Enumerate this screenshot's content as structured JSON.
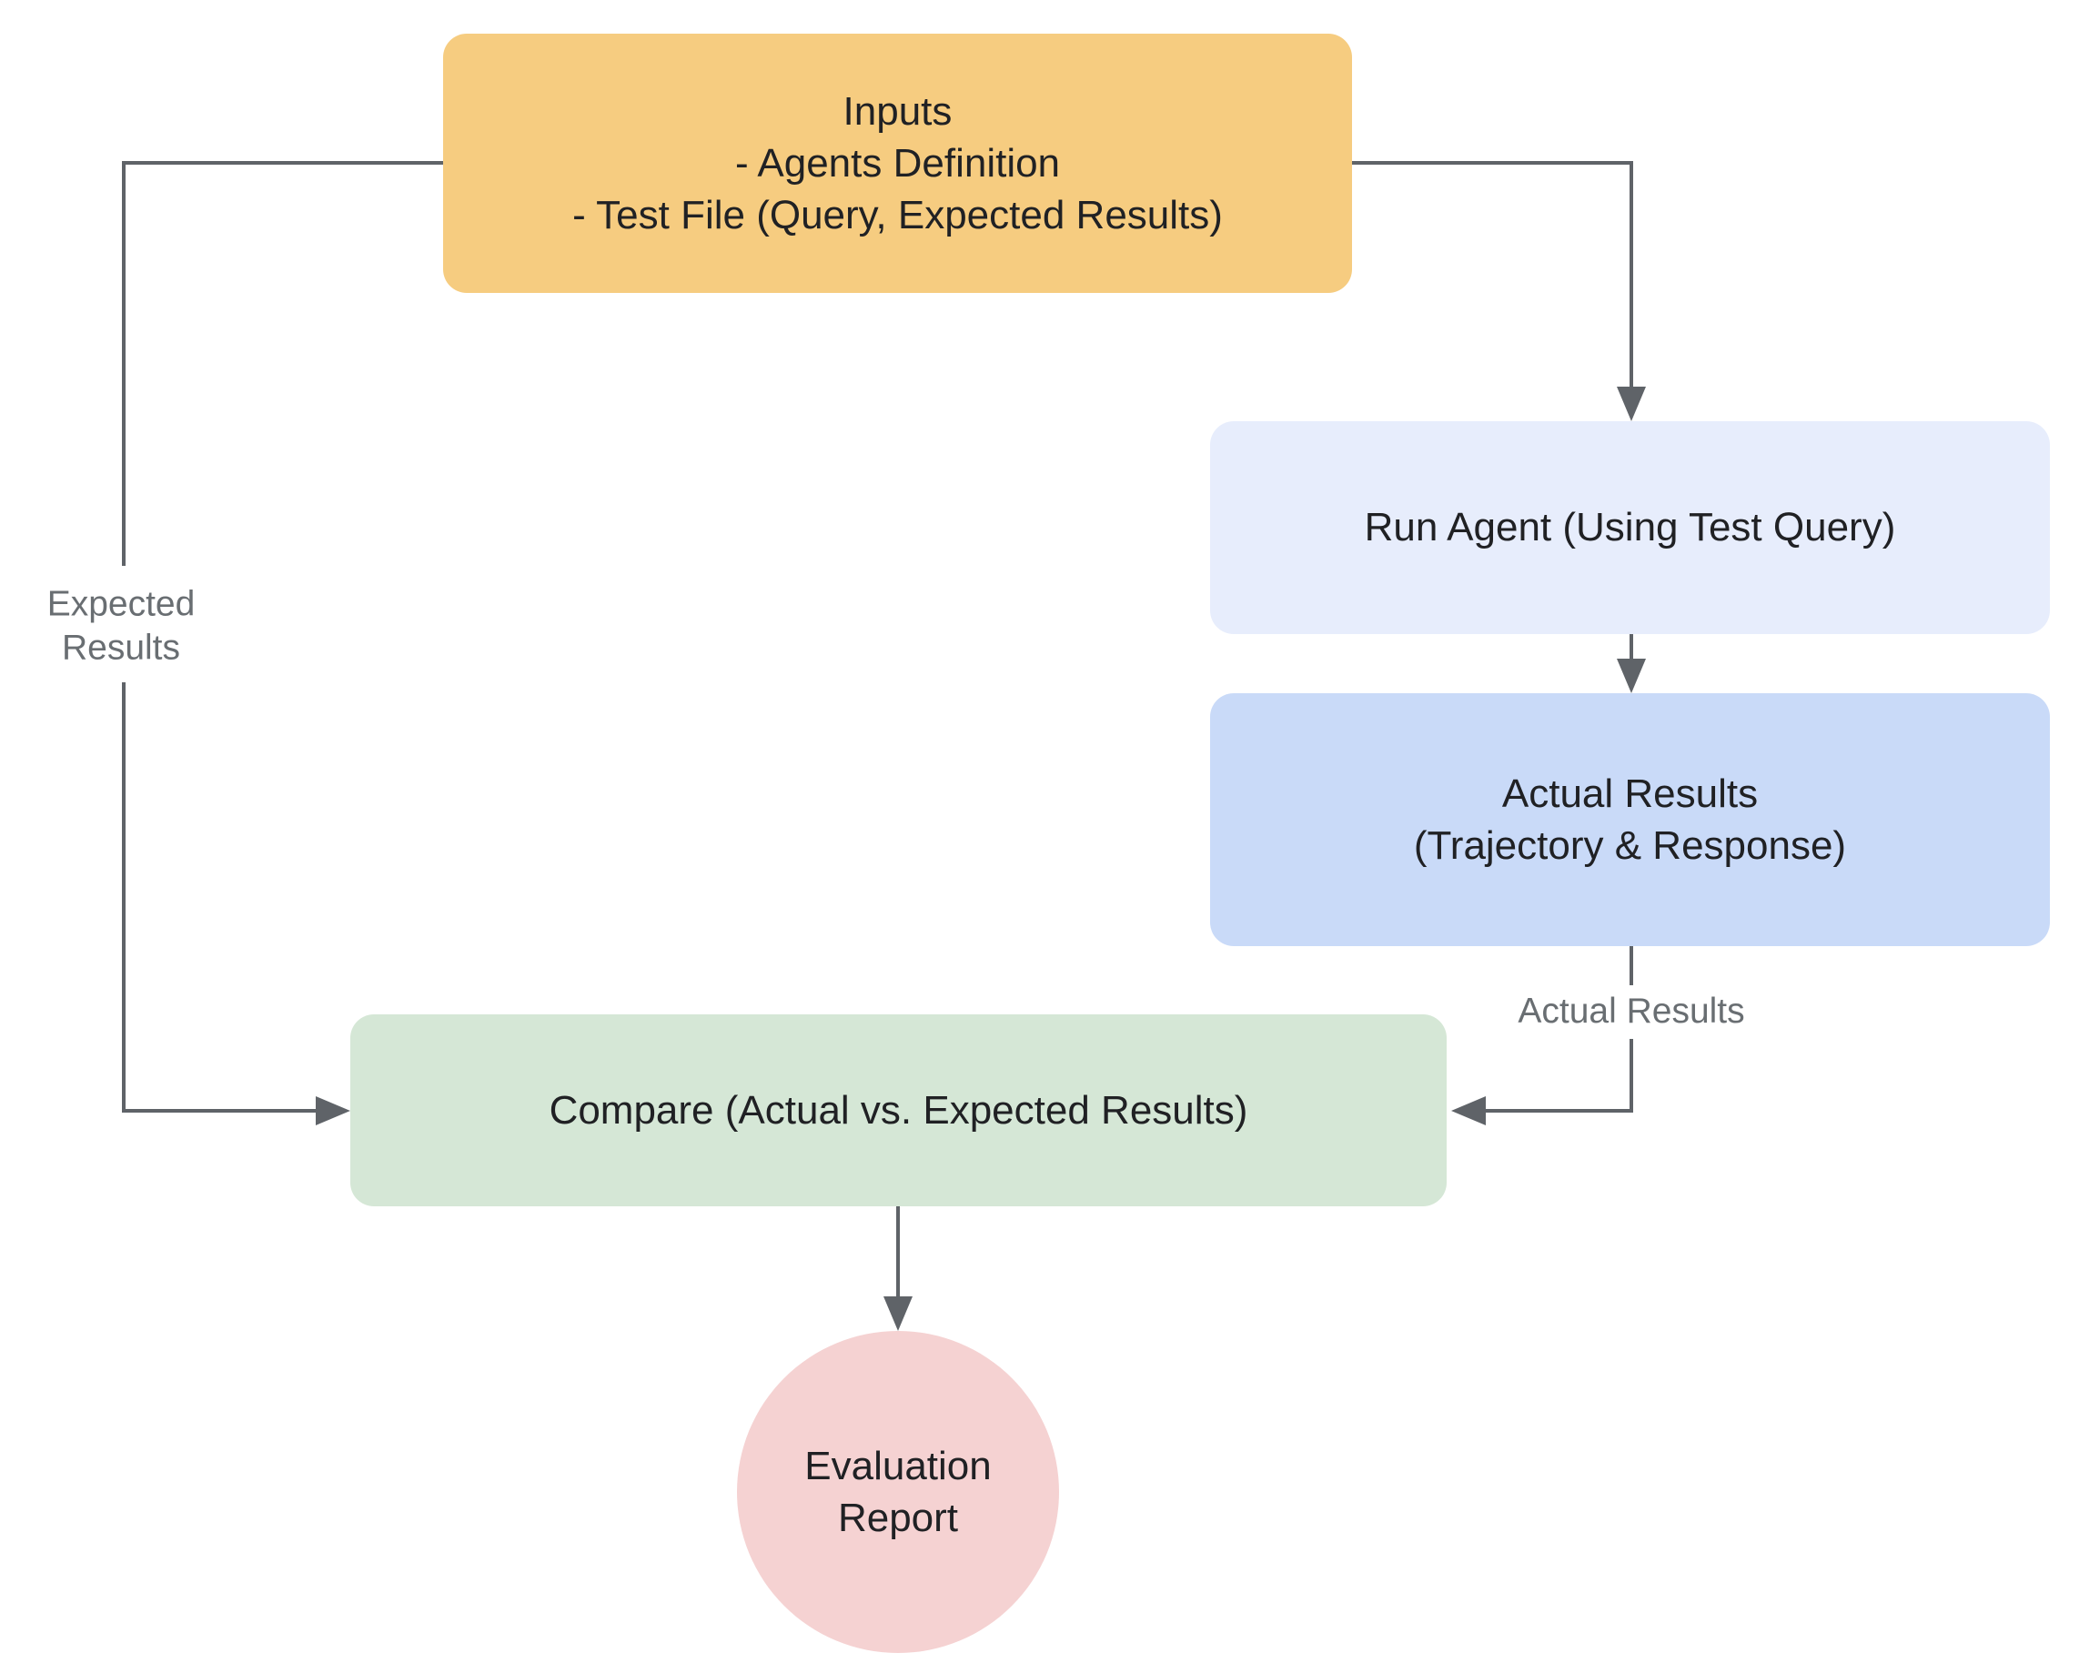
{
  "diagram": {
    "type": "flowchart",
    "nodes": {
      "inputs": {
        "label": "Inputs\n- Agents Definition\n- Test File (Query, Expected Results)",
        "shape": "rounded-rect",
        "color": "#F6CC80"
      },
      "run_agent": {
        "label": "Run Agent (Using Test Query)",
        "shape": "rounded-rect",
        "color": "#E7EDFC"
      },
      "actual_results": {
        "label": "Actual Results\n(Trajectory & Response)",
        "shape": "rounded-rect",
        "color": "#C9DAF8"
      },
      "compare": {
        "label": "Compare (Actual vs. Expected Results)",
        "shape": "rounded-rect",
        "color": "#D5E7D6"
      },
      "evaluation_report": {
        "label": "Evaluation\nReport",
        "shape": "circle",
        "color": "#F5D2D2"
      }
    },
    "edges": {
      "inputs_to_compare": {
        "from": "inputs",
        "to": "compare",
        "label": "Expected\nResults"
      },
      "inputs_to_run_agent": {
        "from": "inputs",
        "to": "run_agent",
        "label": ""
      },
      "run_agent_to_actual_results": {
        "from": "run_agent",
        "to": "actual_results",
        "label": ""
      },
      "actual_results_to_compare": {
        "from": "actual_results",
        "to": "compare",
        "label": "Actual Results"
      },
      "compare_to_evaluation_report": {
        "from": "compare",
        "to": "evaluation_report",
        "label": ""
      }
    }
  },
  "colors": {
    "background": "#FFFFFF",
    "connector": "#5F6368",
    "edge_label_text": "#696E72",
    "node_text": "#202124",
    "node_inputs_bg": "#F6CC80",
    "node_run_agent_bg": "#E7EDFC",
    "node_actual_results_bg": "#C9DAF8",
    "node_compare_bg": "#D5E7D6",
    "node_evaluation_report_bg": "#F5D2D2"
  }
}
